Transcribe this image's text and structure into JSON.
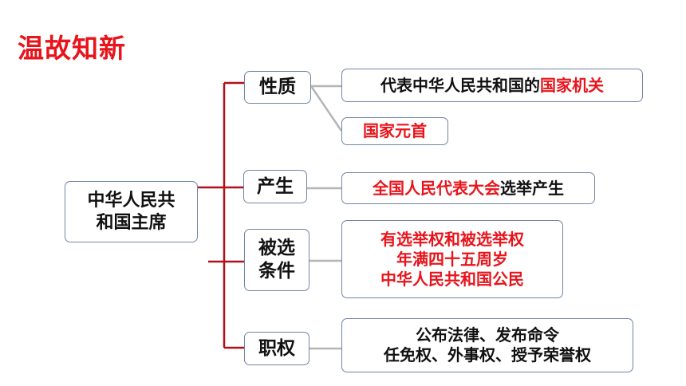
{
  "title": "温故知新",
  "root": {
    "line1": "中华人民共",
    "line2": "和国主席"
  },
  "categories": {
    "nature": "性质",
    "origin": {
      "line1": "产生"
    },
    "eligibility": {
      "line1": "被选",
      "line2": "条件"
    },
    "powers": "职权"
  },
  "details": {
    "nature_1": {
      "prefix": "代表中华人民共和国的",
      "highlight": "国家机关"
    },
    "nature_2": "国家元首",
    "origin_1": {
      "highlight": "全国人民代表大会",
      "suffix": "选举产生"
    },
    "eligibility_1": {
      "line1": "有选举权和被选举权",
      "line2": "年满四十五周岁",
      "line3": "中华人民共和国公民"
    },
    "powers_1": {
      "line1": "公布法律、发布命令",
      "line2": "任免权、外事权、授予荣誉权"
    }
  },
  "colors": {
    "accent_red": "#e8141b",
    "bracket_red": "#b0101a",
    "box_border": "#6f86a4",
    "connector_gray": "#b5b5b5"
  }
}
